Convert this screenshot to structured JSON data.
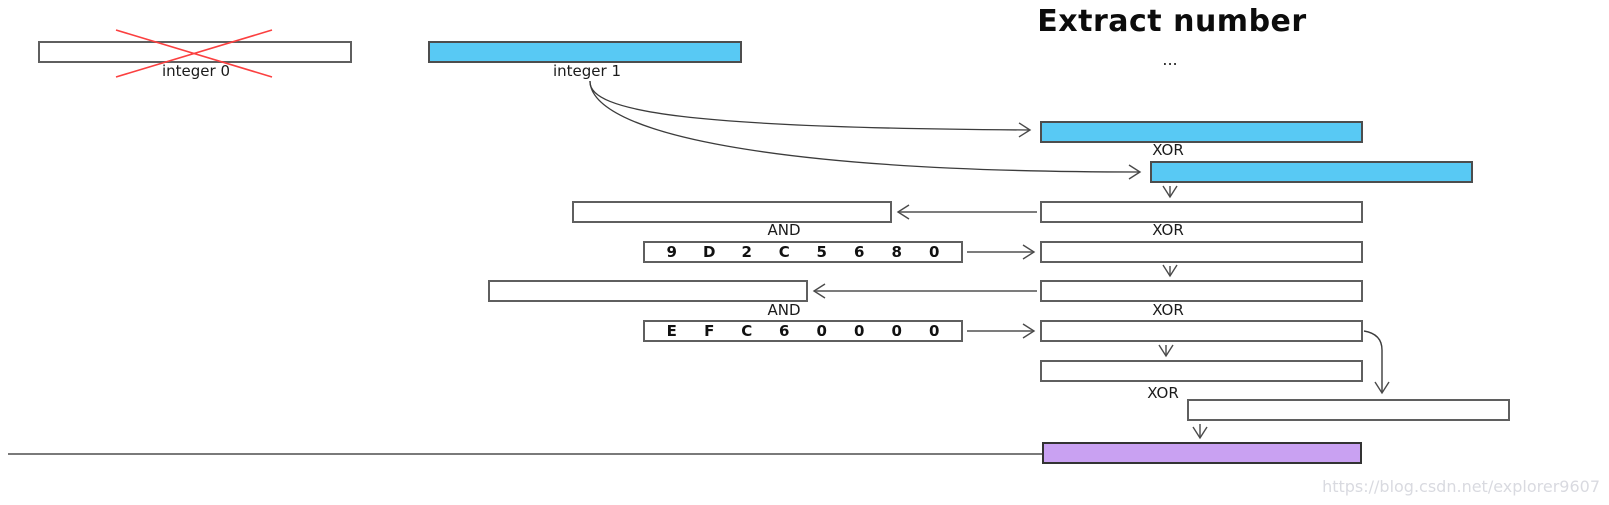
{
  "title": "Extract number",
  "ellipsis": "...",
  "integer0": {
    "label": "integer 0"
  },
  "integer1": {
    "label": "integer 1"
  },
  "labels": {
    "xor": "XOR",
    "and": "AND"
  },
  "masks": {
    "b": {
      "value": "9 D 2 C 5 6 8 0",
      "digits": [
        "9",
        "D",
        "2",
        "C",
        "5",
        "6",
        "8",
        "0"
      ]
    },
    "c": {
      "value": "E F C 6 0 0 0 0",
      "digits": [
        "E",
        "F",
        "C",
        "6",
        "0",
        "0",
        "0",
        "0"
      ]
    }
  },
  "watermark": "https://blog.csdn.net/explorer9607",
  "colors": {
    "bar-blue": "#58C9F4",
    "bar-purple": "#C9A1F2",
    "cross-red": "#FB4040",
    "bar-border": "#5F5F5F",
    "arrow": "#4A4A4A",
    "watermark-gray": "#D9DAE0"
  }
}
